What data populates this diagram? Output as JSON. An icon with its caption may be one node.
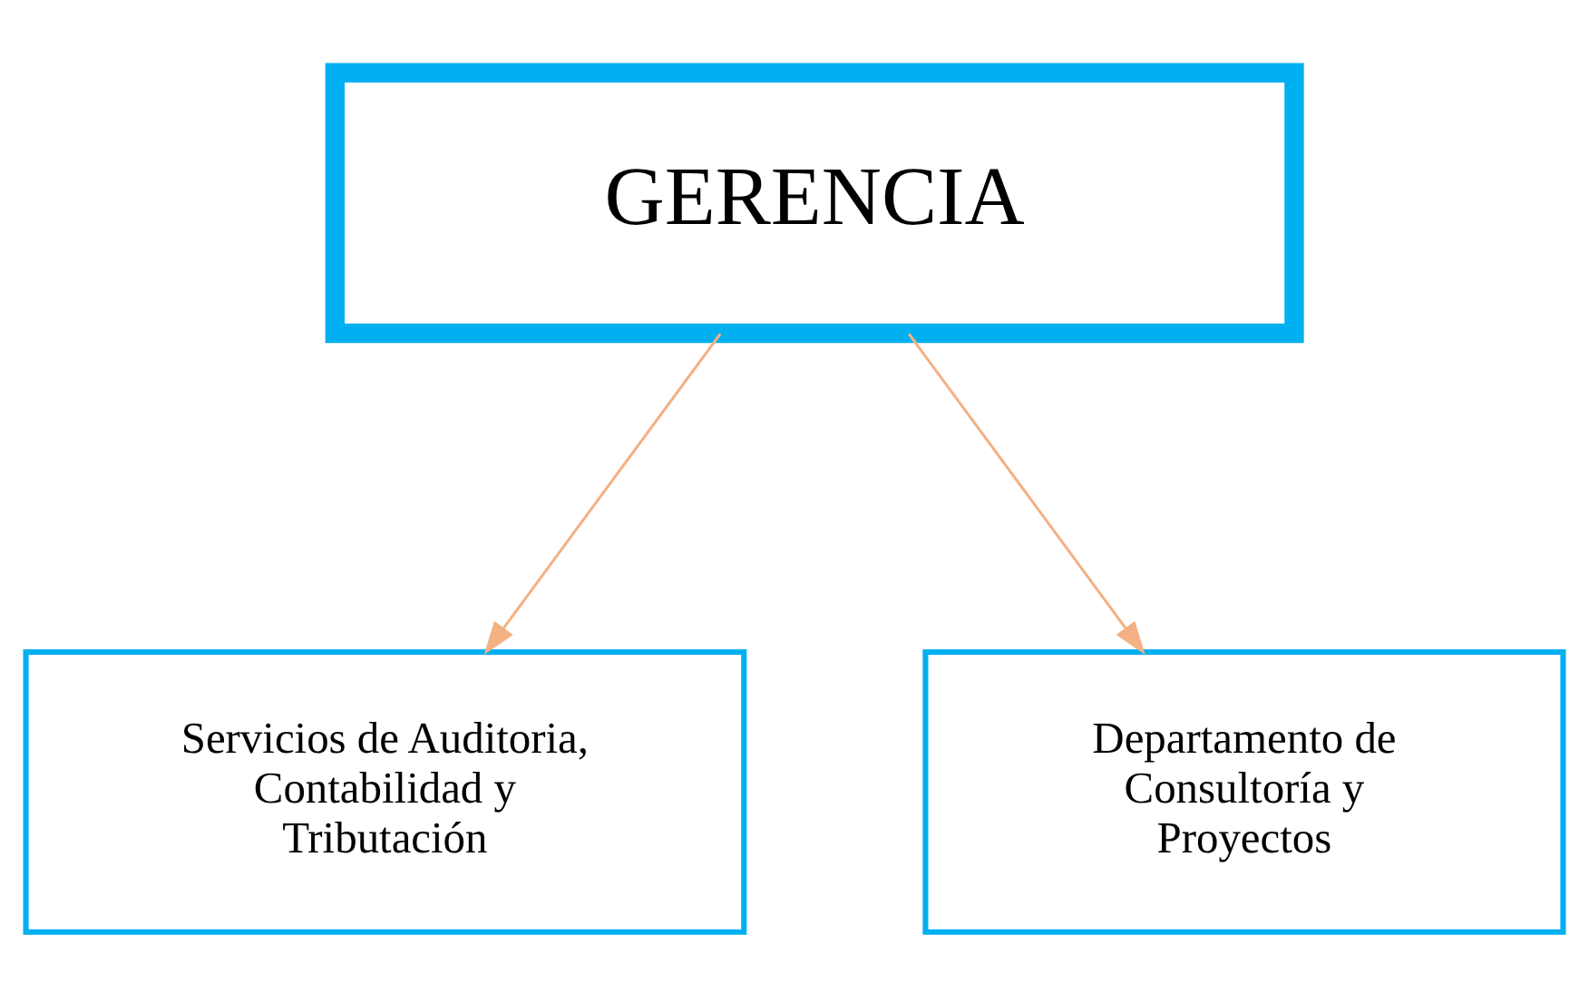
{
  "diagram": {
    "nodes": [
      {
        "text": [
          "GERENCIA"
        ]
      },
      {
        "text": [
          "Servicios de Auditoria, Contabilidad y Tributación"
        ]
      },
      {
        "text": [
          "Departamento de Consultoría y Proyectos"
        ]
      }
    ],
    "edges": [
      {
        "from": 0,
        "to": 1,
        "arrow": "to"
      },
      {
        "from": 0,
        "to": 2,
        "arrow": "to"
      }
    ]
  }
}
